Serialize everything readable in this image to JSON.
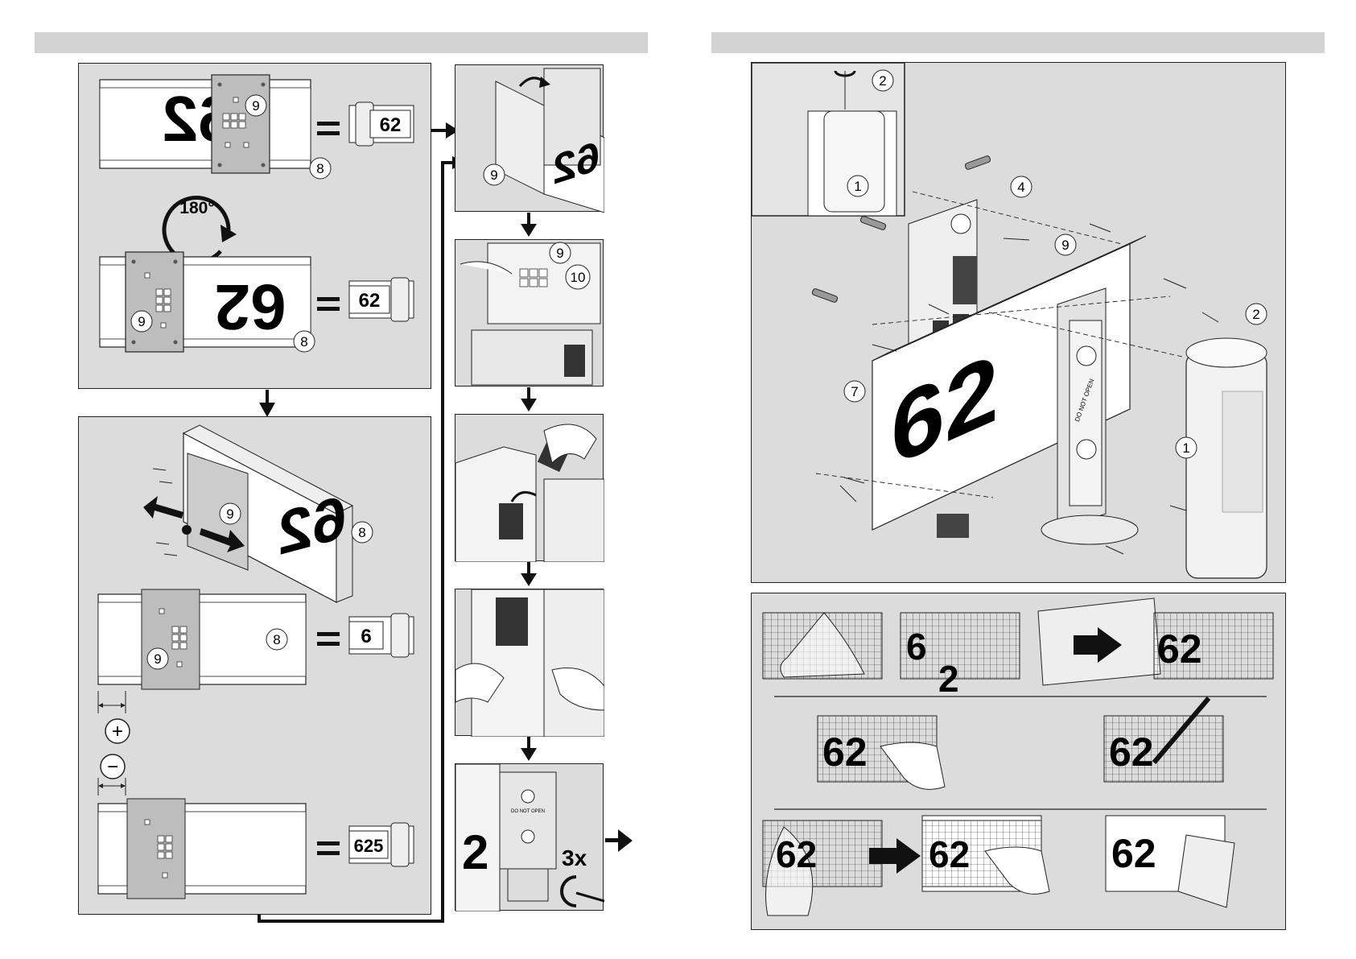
{
  "rotation_label": "180°",
  "house_number": "62",
  "house_number_mirrored": "62",
  "digit_single": "6",
  "digit_second": "2",
  "number_three_digit": "625",
  "equals_sign": "=",
  "plus_sign": "+",
  "minus_sign": "−",
  "repeat_label": "3x",
  "warning_text": "DO NOT OPEN",
  "callouts": {
    "c1": "1",
    "c2": "2",
    "c4": "4",
    "c7": "7",
    "c8": "8",
    "c9": "9",
    "c10": "10"
  },
  "icons": [
    "rotate-180-icon",
    "arrow-right-icon",
    "arrow-down-icon",
    "screwdriver-icon",
    "hand-icon",
    "pen-icon",
    "grid-template-icon"
  ]
}
